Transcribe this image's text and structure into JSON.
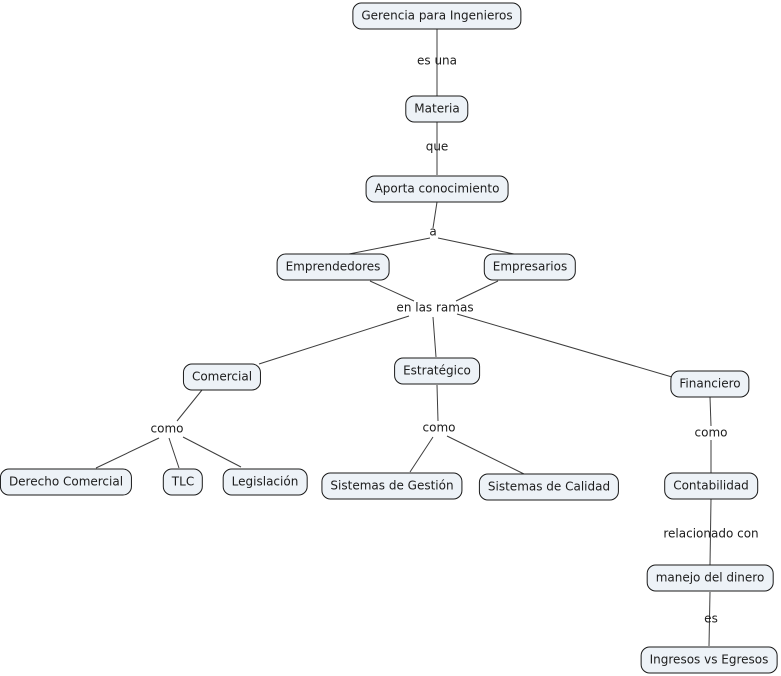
{
  "colors": {
    "background": "#ffffff",
    "node_fill": "#edf2f7",
    "node_border": "#1a1a1a",
    "line": "#3d3d3d",
    "text": "#1c1c1c"
  },
  "map": {
    "nodes": {
      "gerencia": "Gerencia para Ingenieros",
      "materia": "Materia",
      "aporta": "Aporta conocimiento",
      "emprendedores": "Emprendedores",
      "empresarios": "Empresarios",
      "comercial": "Comercial",
      "estrategico": "Estratégico",
      "financiero": "Financiero",
      "derecho_comercial": "Derecho Comercial",
      "tlc": "TLC",
      "legislacion": "Legislación",
      "sistemas_gestion": "Sistemas de Gestión",
      "sistemas_calidad": "Sistemas de Calidad",
      "contabilidad": "Contabilidad",
      "manejo_dinero": "manejo del dinero",
      "ingresos_egresos": "Ingresos vs Egresos"
    },
    "link_labels": {
      "es_una": "es una",
      "que": "que",
      "a": "a",
      "en_las_ramas": "en las ramas",
      "como_comercial": "como",
      "como_estrategico": "como",
      "como_financiero": "como",
      "relacionado_con": "relacionado con",
      "es": "es"
    }
  }
}
